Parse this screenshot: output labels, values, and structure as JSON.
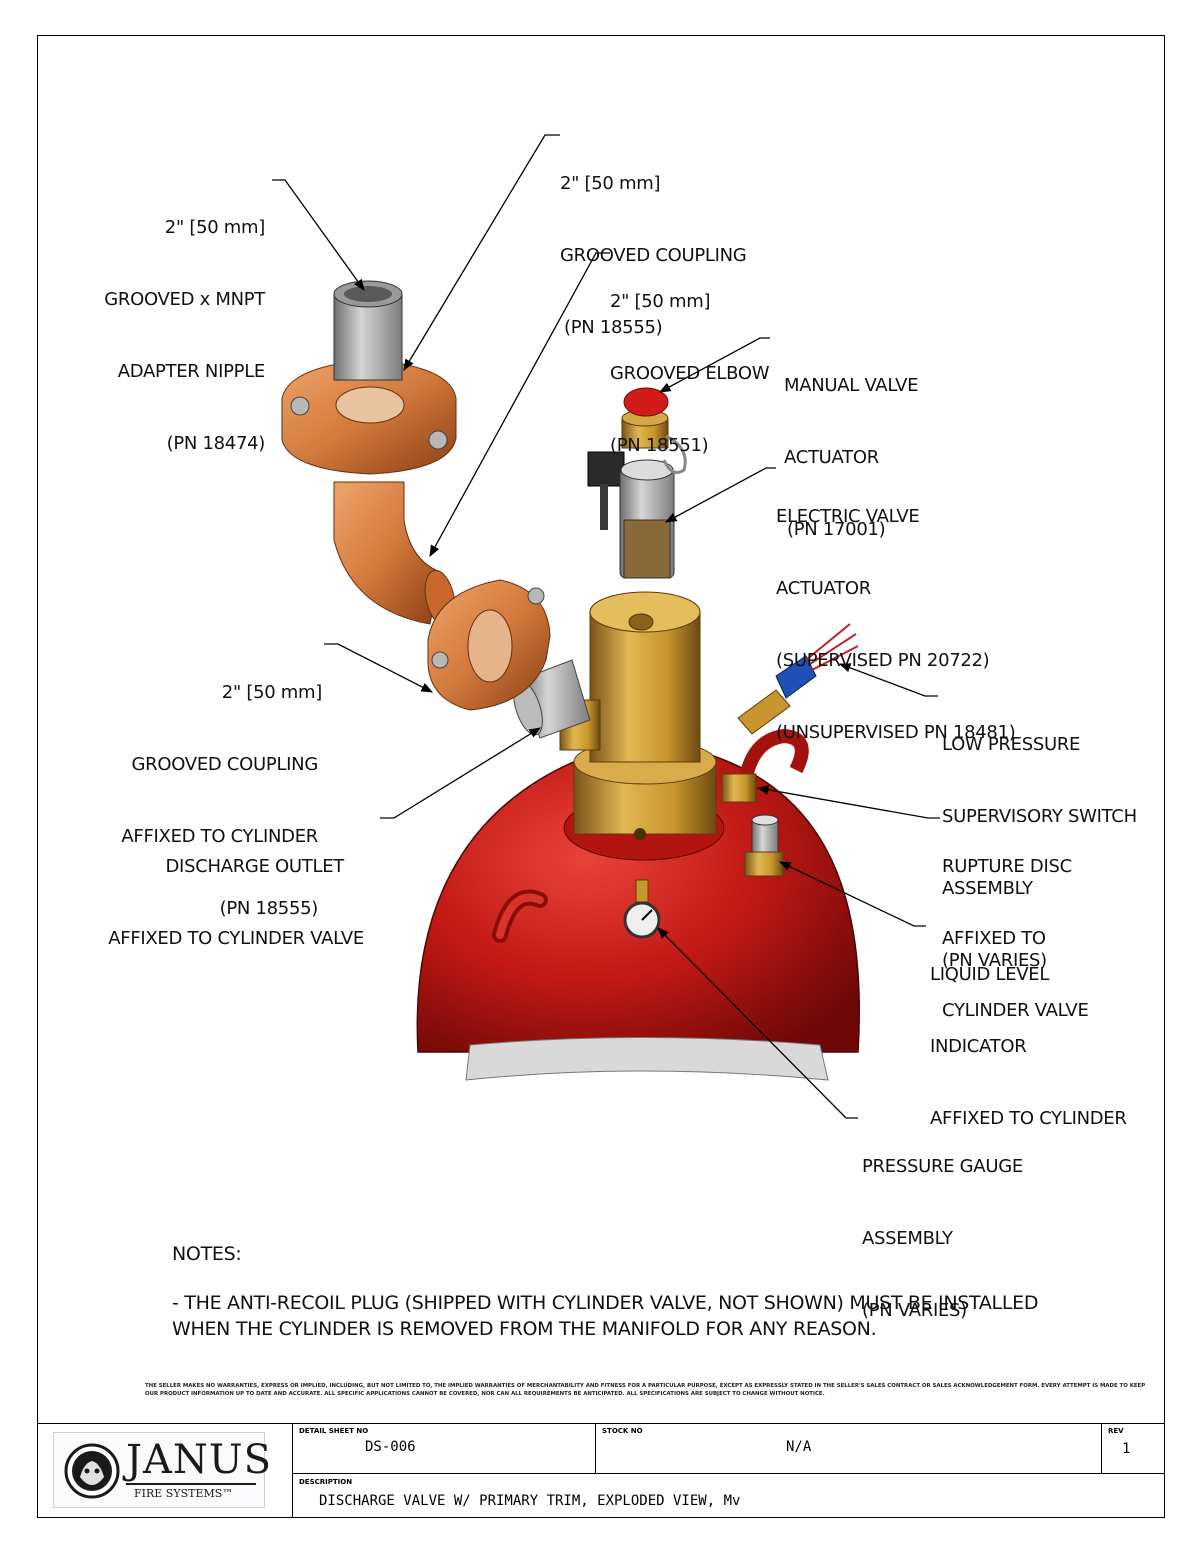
{
  "callouts": [
    {
      "id": "adapter-nipple",
      "lines": [
        "2\" [50 mm]",
        "GROOVED x MNPT",
        "ADAPTER NIPPLE",
        "(PN 18474)"
      ]
    },
    {
      "id": "grooved-coupling",
      "lines": [
        "2\" [50 mm]",
        "GROOVED COUPLING",
        "(PN 18555)"
      ]
    },
    {
      "id": "grooved-elbow",
      "lines": [
        "2\" [50 mm]",
        "GROOVED ELBOW",
        "(PN 18551)"
      ]
    },
    {
      "id": "manual-actuator",
      "lines": [
        "MANUAL VALVE",
        "ACTUATOR",
        "(PN 17001)"
      ]
    },
    {
      "id": "electric-actuator",
      "lines": [
        "ELECTRIC VALVE",
        "ACTUATOR",
        "(SUPERVISED PN 20722)",
        "(UNSUPERVISED PN 18481)"
      ]
    },
    {
      "id": "coupling-cylinder",
      "lines": [
        "2\" [50 mm]",
        "GROOVED COUPLING",
        "AFFIXED TO CYLINDER",
        "(PN 18555)"
      ]
    },
    {
      "id": "low-pressure-switch",
      "lines": [
        "LOW PRESSURE",
        "SUPERVISORY SWITCH",
        "ASSEMBLY",
        "(PN VARIES)"
      ]
    },
    {
      "id": "discharge-outlet",
      "lines": [
        "DISCHARGE OUTLET",
        "AFFIXED TO CYLINDER VALVE"
      ]
    },
    {
      "id": "rupture-disc",
      "lines": [
        "RUPTURE DISC",
        "AFFIXED TO",
        "CYLINDER VALVE"
      ]
    },
    {
      "id": "liquid-level",
      "lines": [
        "LIQUID LEVEL",
        "INDICATOR",
        "AFFIXED TO CYLINDER"
      ]
    },
    {
      "id": "pressure-gauge",
      "lines": [
        "PRESSURE GAUGE",
        "ASSEMBLY",
        "(PN VARIES)"
      ]
    }
  ],
  "notes": {
    "heading": "NOTES:",
    "lines": [
      "- THE ANTI-RECOIL PLUG (SHIPPED WITH CYLINDER VALVE, NOT SHOWN) MUST BE INSTALLED",
      "WHEN THE CYLINDER IS REMOVED FROM THE MANIFOLD FOR ANY REASON."
    ]
  },
  "disclaimer": "THE SELLER MAKES NO WARRANTIES, EXPRESS OR IMPLIED, INCLUDING, BUT NOT LIMITED TO, THE IMPLIED WARRANTIES OF MERCHANTABILITY AND FITNESS FOR A PARTICULAR PURPOSE, EXCEPT AS EXPRESSLY STATED IN THE SELLER'S SALES CONTRACT OR SALES ACKNOWLEDGEMENT FORM. EVERY ATTEMPT IS MADE TO KEEP OUR PRODUCT INFORMATION UP TO DATE AND ACCURATE. ALL SPECIFIC APPLICATIONS CANNOT BE COVERED, NOR CAN ALL REQUIREMENTS BE ANTICIPATED. ALL SPECIFICATIONS ARE SUBJECT TO CHANGE WITHOUT NOTICE.",
  "title_block": {
    "logo_text": "JANUS",
    "logo_subtext": "FIRE SYSTEMS™",
    "detail_sheet_caption": "DETAIL SHEET NO",
    "detail_sheet_value": "DS-006",
    "stock_caption": "STOCK NO",
    "stock_value": "N/A",
    "rev_caption": "REV",
    "rev_value": "1",
    "description_caption": "DESCRIPTION",
    "description_value": "DISCHARGE VALVE W/ PRIMARY TRIM, EXPLODED VIEW, Mv"
  },
  "colors": {
    "cylinder_red": "#c41a16",
    "brass": "#c8962c",
    "coupling_orange": "#d2793c",
    "nipple_grey": "#a8a8a8"
  }
}
